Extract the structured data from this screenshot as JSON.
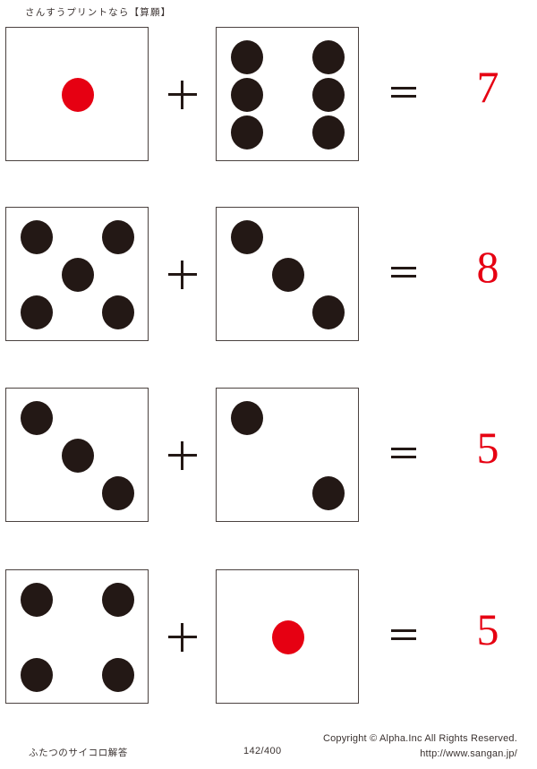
{
  "header": {
    "title": "さんすうプリントなら【算願】"
  },
  "worksheet": {
    "operator_plus": "+",
    "operator_equals": "=",
    "rows": [
      {
        "left_die": {
          "value": 1,
          "pips": [
            "mc"
          ],
          "pip_color": "#e60012"
        },
        "right_die": {
          "value": 6,
          "pips": [
            "tl",
            "tr",
            "ml",
            "mr",
            "bl",
            "br"
          ],
          "pip_color": "#231815"
        },
        "answer": "7"
      },
      {
        "left_die": {
          "value": 5,
          "pips": [
            "tl",
            "tr",
            "mc",
            "bl",
            "br"
          ],
          "pip_color": "#231815"
        },
        "right_die": {
          "value": 3,
          "pips": [
            "tl",
            "mc",
            "br"
          ],
          "pip_color": "#231815"
        },
        "answer": "8"
      },
      {
        "left_die": {
          "value": 3,
          "pips": [
            "tl",
            "mc",
            "br"
          ],
          "pip_color": "#231815"
        },
        "right_die": {
          "value": 2,
          "pips": [
            "tl",
            "br"
          ],
          "pip_color": "#231815"
        },
        "answer": "5"
      },
      {
        "left_die": {
          "value": 4,
          "pips": [
            "tl",
            "tr",
            "bl",
            "br"
          ],
          "pip_color": "#231815"
        },
        "right_die": {
          "value": 1,
          "pips": [
            "mc"
          ],
          "pip_color": "#e60012"
        },
        "answer": "5"
      }
    ]
  },
  "footer": {
    "sheet_title": "ふたつのサイコロ解答",
    "page_number": "142/400",
    "copyright": "Copyright ©  Alpha.Inc All Rights Reserved.",
    "url": "http://www.sangan.jp/"
  },
  "colors": {
    "answer_red": "#e60012",
    "pip_black": "#231815",
    "die_border": "#4b4240",
    "text": "#3a3230"
  }
}
